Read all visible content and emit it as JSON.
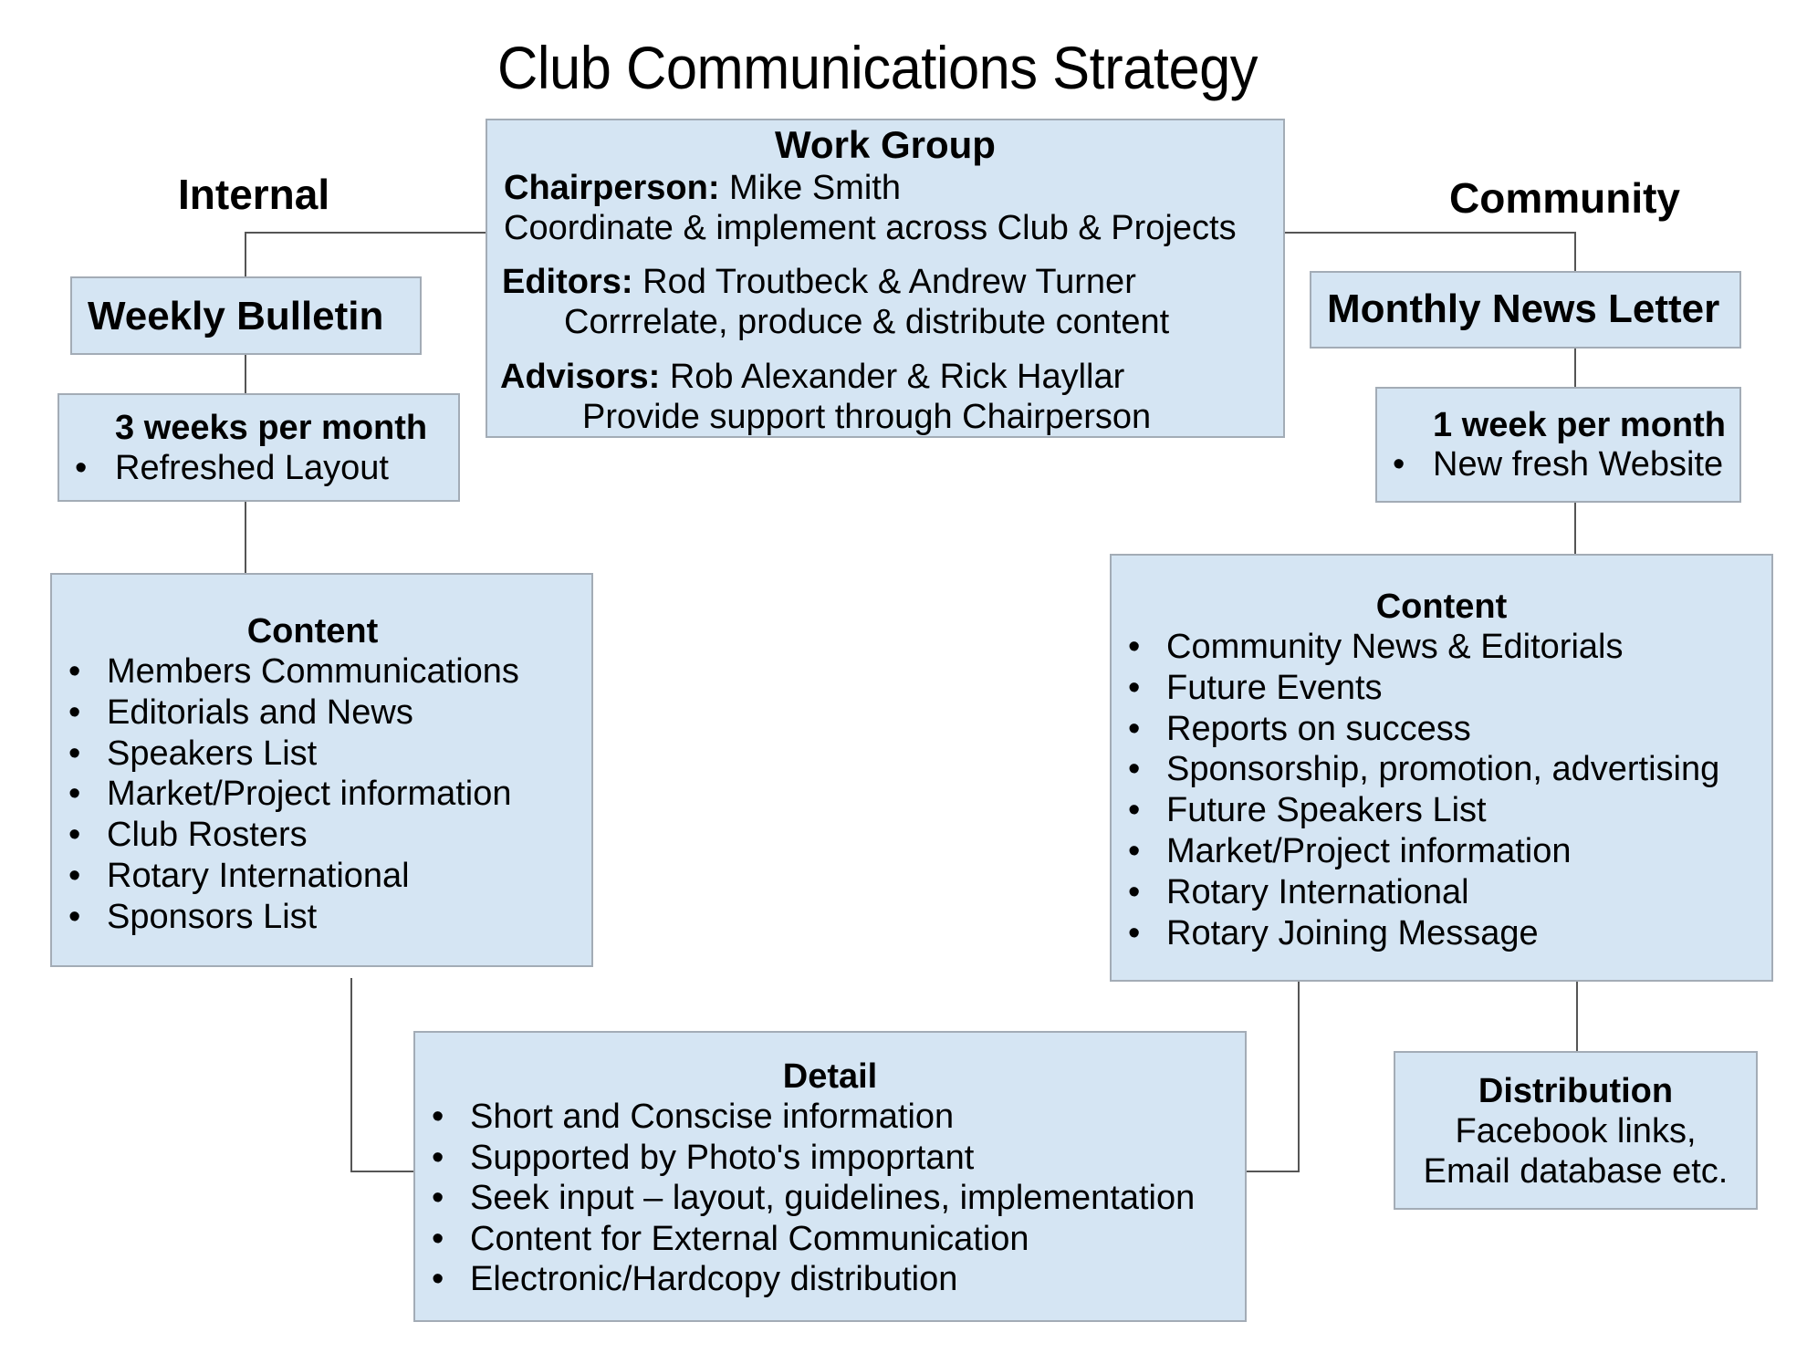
{
  "title": "Club  Communications Strategy",
  "internal_label": "Internal",
  "community_label": "Community",
  "work_group": {
    "heading": "Work Group",
    "chairperson_label": "Chairperson:",
    "chairperson_name": "Mike Smith",
    "chairperson_role": "Coordinate & implement across Club & Projects",
    "editors_label": "Editors:",
    "editors_names": "Rod Troutbeck & Andrew Turner",
    "editors_role": "Corrrelate, produce & distribute content",
    "advisors_label": "Advisors:",
    "advisors_names": "Rob Alexander & Rick Hayllar",
    "advisors_role": "Provide support through Chairperson"
  },
  "internal": {
    "publication": "Weekly Bulletin",
    "frequency": {
      "heading": "3 weeks per month",
      "items": [
        "Refreshed Layout"
      ]
    },
    "content": {
      "heading": "Content",
      "items": [
        "Members Communications",
        "Editorials and News",
        "Speakers List",
        "Market/Project information",
        "Club Rosters",
        "Rotary International",
        "Sponsors List"
      ]
    }
  },
  "community": {
    "publication": "Monthly News Letter",
    "frequency": {
      "heading": "1 week per month",
      "items": [
        "New fresh Website"
      ]
    },
    "content": {
      "heading": "Content",
      "items": [
        "Community News & Editorials",
        "Future Events",
        "Reports on success",
        "Sponsorship, promotion, advertising",
        "Future Speakers List",
        "Market/Project information",
        "Rotary International",
        "Rotary Joining Message"
      ]
    },
    "distribution": {
      "heading": "Distribution",
      "lines": [
        "Facebook links,",
        "Email database etc."
      ]
    }
  },
  "detail": {
    "heading": "Detail",
    "items": [
      "Short and Conscise information",
      "Supported by Photo's impoprtant",
      "Seek input – layout, guidelines, implementation",
      "Content for External Communication",
      "Electronic/Hardcopy distribution"
    ]
  },
  "bullet_glyph": "•",
  "colors": {
    "box_fill": "#d5e5f3",
    "box_border": "#a3acb6",
    "connector": "#555555"
  }
}
